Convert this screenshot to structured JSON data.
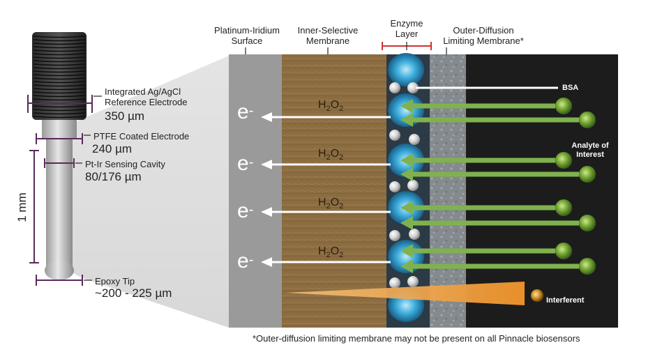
{
  "layers": {
    "platinum_surface": "Platinum-Iridium\nSurface",
    "inner_membrane": "Inner-Selective\nMembrane",
    "enzyme_layer": "Enzyme\nLayer",
    "outer_membrane": "Outer-Diffusion\nLimiting Membrane*"
  },
  "electrode": {
    "reference": "Integrated Ag/AgCl\nReference Electrode",
    "reference_size": "350 µm",
    "ptfe": "PTFE Coated Electrode",
    "ptfe_size": "240 µm",
    "cavity": "Pt-Ir Sensing Cavity",
    "cavity_size": "80/176 µm",
    "length": "1 mm",
    "tip": "Epoxy Tip",
    "tip_size": "~200 - 225 µm"
  },
  "species": {
    "bsa": "BSA",
    "analyte": "Analyte of\nInterest",
    "interferent": "Interferent"
  },
  "reaction": {
    "electron": "e",
    "electron_sup": "-",
    "peroxide_h": "H",
    "peroxide_sub1": "2",
    "peroxide_o": "O",
    "peroxide_sub2": "2"
  },
  "footnote": "*Outer-diffusion limiting membrane may not be present on all Pinnacle biosensors",
  "colors": {
    "platinum": "#9a9a9a",
    "inner_membrane": "#8c6d42",
    "enzyme_bg": "#2b3a44",
    "outer_membrane": "#848a8e",
    "solution": "#1c1c1c",
    "analyte_arrow": "#7fb24e",
    "interferent_wedge": "#e08a2c",
    "enzyme_blob": "#3fb4e6",
    "dimension_line": "#5a2a5a",
    "enzyme_bracket": "#d03030"
  }
}
